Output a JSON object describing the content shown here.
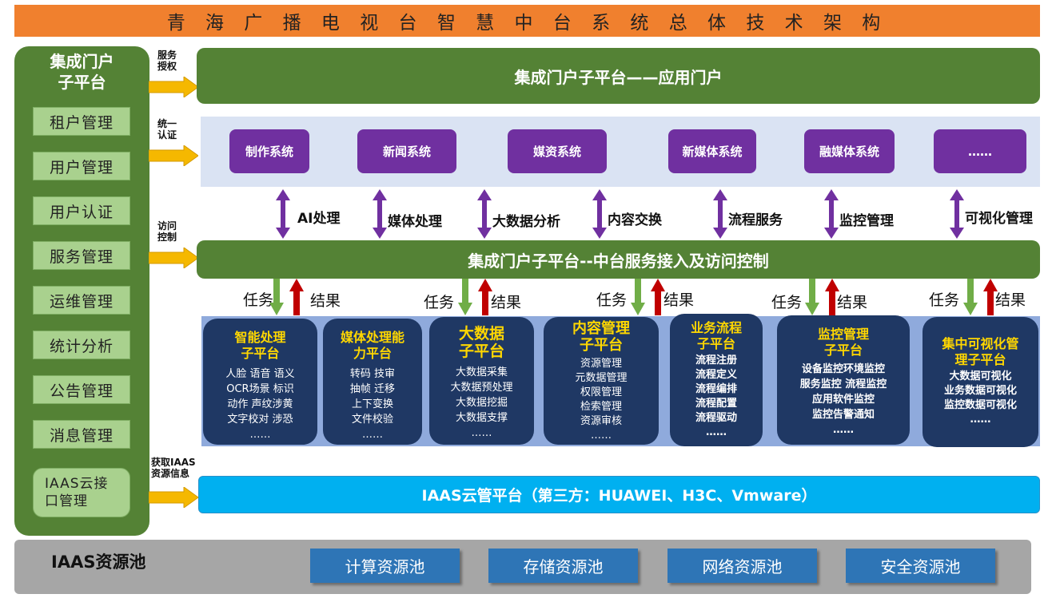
{
  "title": "青 海 广 播 电 视 台 智 慧 中 台 系 统 总 体 技 术 架 构",
  "left_panel": {
    "title_line1": "集成门户",
    "title_line2": "子平台",
    "items": [
      "租户管理",
      "用户管理",
      "用户认证",
      "服务管理",
      "运维管理",
      "统计分析",
      "公告管理",
      "消息管理"
    ],
    "iaas_item_line1": "IAAS云接",
    "iaas_item_line2": "口管理"
  },
  "arrows": [
    {
      "line1": "服务",
      "line2": "授权"
    },
    {
      "line1": "统一",
      "line2": "认证"
    },
    {
      "line1": "访问",
      "line2": "控制"
    },
    {
      "line1": "获取IAAS",
      "line2": "资源信息"
    }
  ],
  "app_portal": "集成门户子平台——应用门户",
  "systems": [
    "制作系统",
    "新闻系统",
    "媒资系统",
    "新媒体系统",
    "融媒体系统",
    "……"
  ],
  "connectors": [
    "AI处理",
    "媒体处理",
    "大数据分析",
    "内容交换",
    "流程服务",
    "监控管理",
    "可视化管理"
  ],
  "access_control": "集成门户子平台--中台服务接入及访问控制",
  "task_label": "任务",
  "result_label": "结果",
  "subplatforms": [
    {
      "title": [
        "智能处理",
        "子平台"
      ],
      "lines": [
        "人脸  语音 语义",
        "OCR场景 标识",
        "动作 声纹涉黄",
        "文字校对  涉恐",
        "……"
      ]
    },
    {
      "title": [
        "媒体处理能",
        "力平台"
      ],
      "lines": [
        "转码 技审",
        "抽帧 迁移",
        "上下变换",
        "文件校验",
        "……"
      ]
    },
    {
      "title": [
        "大数据",
        "子平台"
      ],
      "lines": [
        "大数据采集",
        "大数据预处理",
        "大数据挖掘",
        "大数据支撑",
        "……"
      ]
    },
    {
      "title": [
        "内容管理",
        "子平台"
      ],
      "lines": [
        "资源管理",
        "元数据管理",
        "权限管理",
        "检索管理",
        "资源审核",
        "……"
      ]
    },
    {
      "title": [
        "业务流程",
        "子平台"
      ],
      "lines": [
        "流程注册",
        "流程定义",
        "流程编排",
        "流程配置",
        "流程驱动",
        "……"
      ]
    },
    {
      "title": [
        "监控管理",
        "子平台"
      ],
      "lines": [
        "设备监控环境监控",
        "服务监控 流程监控",
        "应用软件监控",
        "监控告警通知",
        "……"
      ]
    },
    {
      "title": [
        "集中可视化管",
        "理子平台"
      ],
      "lines": [
        "大数据可视化",
        "业务数据可视化",
        "监控数据可视化",
        "……"
      ]
    }
  ],
  "iaas_platform": "IAAS云管平台（第三方：HUAWEI、H3C、Vmware）",
  "resource_pool": {
    "title": "IAAS资源池",
    "pools": [
      "计算资源池",
      "存储资源池",
      "网络资源池",
      "安全资源池"
    ]
  },
  "colors": {
    "title_bar": "#f0802e",
    "green": "#548235",
    "light_green": "#a9d18e",
    "purple": "#7030a0",
    "navy": "#1f3864",
    "sub_title_yellow": "#ffd700",
    "iaas_cyan": "#00b0f0",
    "pool_blue": "#2e75b6",
    "pool_band": "#a6a6a6",
    "arrow_orange": "#f5b800",
    "arrow_down_green": "#70ad47",
    "arrow_up_red": "#c00000"
  }
}
